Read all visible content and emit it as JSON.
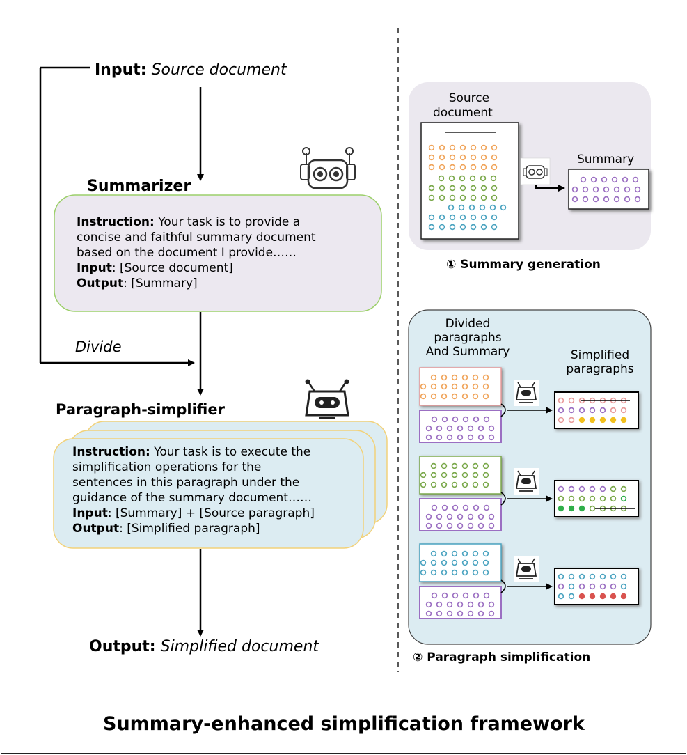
{
  "left": {
    "input_prefix": "Input:",
    "input_value": "Source document",
    "summarizer_title": "Summarizer",
    "summarizer_box": {
      "instruction_label": "Instruction:",
      "instruction_lines": [
        "Your task is to provide a",
        "concise and faithful summary document",
        "based on the document I provide……"
      ],
      "input_label": "Input",
      "input_value": ": [Source document]",
      "output_label": "Output",
      "output_value": ": [Summary]"
    },
    "divide_label": "Divide",
    "simplifier_title": "Paragraph-simplifier",
    "simplifier_box": {
      "instruction_label": "Instruction:",
      "instruction_lines": [
        "Your task is to execute the",
        "simplification operations for the",
        "sentences in this paragraph under the",
        "guidance of the summary document……"
      ],
      "input_label": "Input",
      "input_value": ": [Summary] + [Source paragraph]",
      "output_label": "Output",
      "output_value": ": [Simplified paragraph]"
    },
    "output_prefix": "Output:",
    "output_value": "Simplified document"
  },
  "right": {
    "panel1": {
      "source_label_line1": "Source",
      "source_label_line2": "document",
      "summary_label": "Summary",
      "caption": "① Summary generation"
    },
    "panel2": {
      "divided_label_lines": [
        "Divided",
        "paragraphs",
        "And Summary"
      ],
      "simplified_label_lines": [
        "Simplified",
        "paragraphs"
      ],
      "caption": "② Paragraph simplification"
    }
  },
  "footer_title": "Summary-enhanced simplification  framework",
  "colors": {
    "orange": "#f0a45a",
    "green": "#7aa84a",
    "blue": "#4aa3c0",
    "purple": "#9b6fc2",
    "pink": "#e89a9a",
    "yellow": "#f2c01e",
    "bright_green": "#2fae4a",
    "red": "#d9534f",
    "summarizer_fill": "#ece8f0",
    "summarizer_border": "#9ccf6a",
    "simplifier_fill": "#dcecf2",
    "simplifier_border": "#f2d27a",
    "panel1_fill": "#ebe8ef",
    "panel2_fill": "#dcecf2"
  }
}
